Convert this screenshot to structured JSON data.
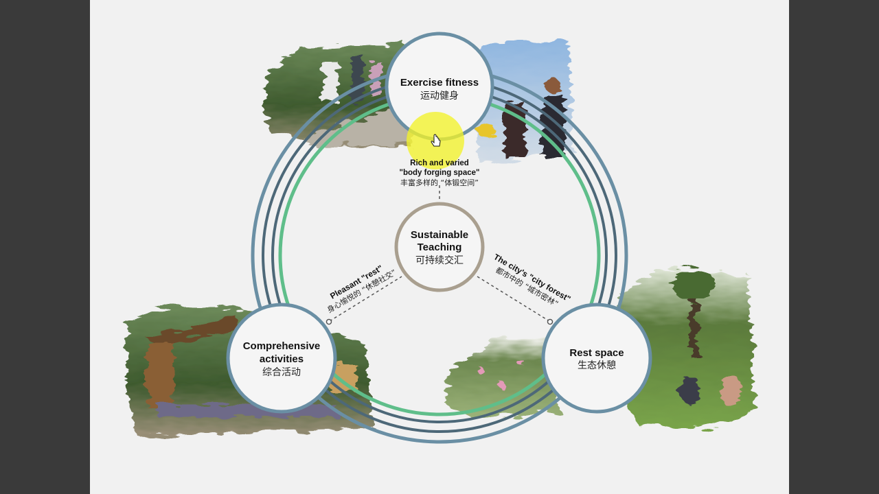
{
  "window": {
    "background": "#3a3a3a",
    "slide_background": "#f1f1f1"
  },
  "center": {
    "line1": "Sustainable",
    "line2": "Teaching",
    "cn": "可持续交汇"
  },
  "nodes": {
    "exercise": {
      "title": "Exercise fitness",
      "cn": "运动健身"
    },
    "activities": {
      "title_line1": "Comprehensive",
      "title_line2": "activities",
      "cn": "综合活动"
    },
    "rest": {
      "title": "Rest space",
      "cn": "生态休憩"
    }
  },
  "connectors": {
    "top": {
      "line1": "Rich and varied",
      "line2": "\"body forging space\"",
      "cn": "丰富多样的 “体锻空间”"
    },
    "left": {
      "en": "Pleasant \"rest\"",
      "cn": "身心愉悦的 “休憩社交”"
    },
    "right": {
      "en": "The city's \"city forest\"",
      "cn": "都市中的 “城市密林”"
    }
  },
  "colors": {
    "ring_outer": "#6a8fa4",
    "ring_dark": "#4d6878",
    "ring_green": "#5fbe8a",
    "center_ring": "#a99f8f",
    "highlight": "#f2f22a"
  },
  "icons": {
    "cursor": "hand-cursor-icon"
  }
}
